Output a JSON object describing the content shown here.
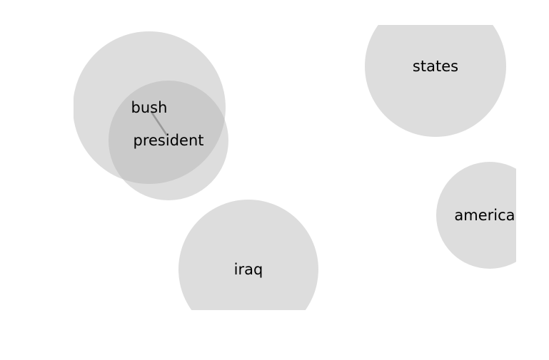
{
  "diagram": {
    "bubble_color": "#b3b3b3",
    "link_color": "#999999",
    "terms": [
      {
        "id": "bush",
        "label": "bush"
      },
      {
        "id": "president",
        "label": "president"
      },
      {
        "id": "states",
        "label": "states"
      },
      {
        "id": "america",
        "label": "america"
      },
      {
        "id": "iraq",
        "label": "iraq"
      }
    ],
    "links": [
      {
        "from": "bush",
        "to": "president"
      }
    ]
  }
}
